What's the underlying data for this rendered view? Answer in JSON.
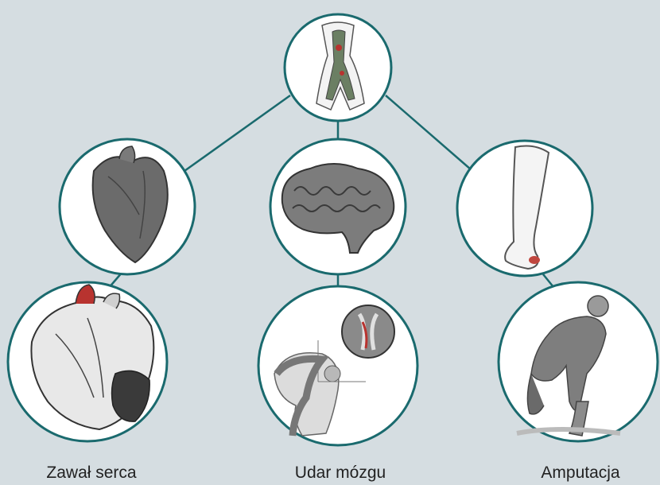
{
  "colors": {
    "background": "#d5dde1",
    "connector": "#1a6a6e",
    "circle_border": "#1a6a6e",
    "circle_fill": "#ffffff",
    "illustration_dark": "#555555",
    "accent_red": "#b8332f"
  },
  "nodes": {
    "root": {
      "icon": "blood-vessel-cross-section-icon"
    },
    "heart": {
      "icon": "heart-icon"
    },
    "brain": {
      "icon": "brain-icon"
    },
    "leg": {
      "icon": "leg-icon"
    },
    "infarct": {
      "icon": "damaged-heart-icon"
    },
    "stroke": {
      "icon": "head-with-artery-icon"
    },
    "amputation": {
      "icon": "person-with-amputation-icon"
    }
  },
  "captions": {
    "heart_attack": "Zawał serca",
    "stroke": "Udar mózgu",
    "amputation": "Amputacja"
  }
}
